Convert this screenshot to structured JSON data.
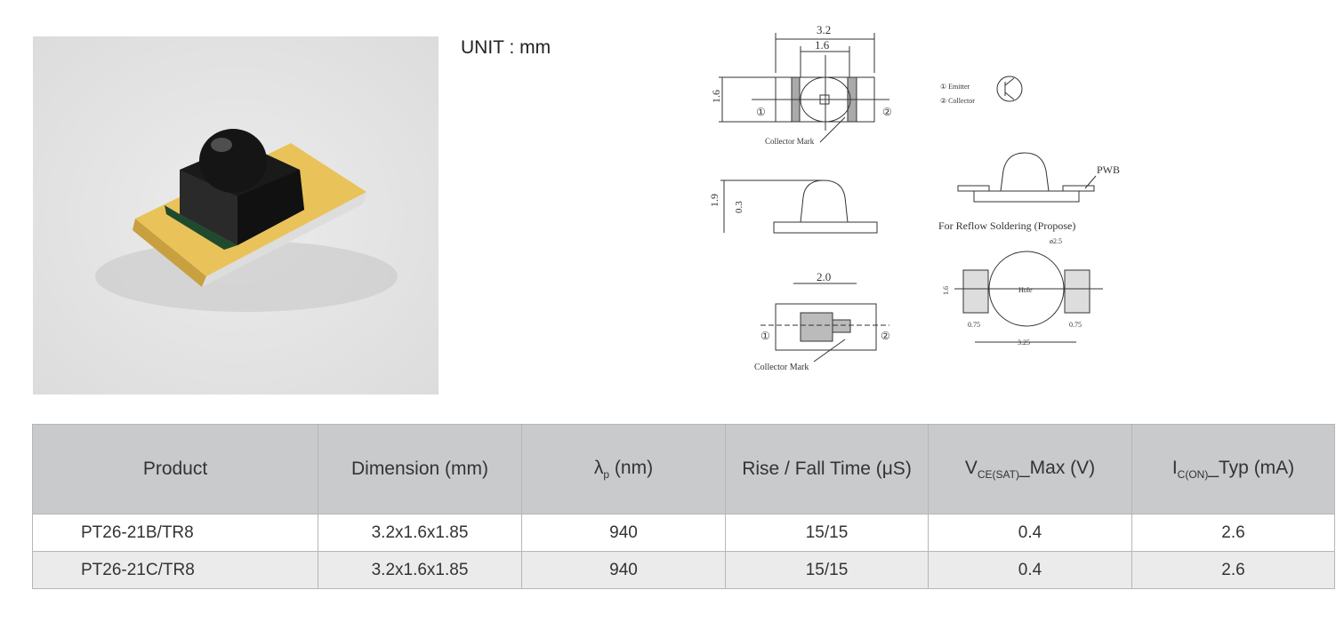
{
  "unit_label": "UNIT : mm",
  "drawing": {
    "top_width": "3.2",
    "top_inner": "1.6",
    "top_height": "1.6",
    "collector_mark": "Collector Mark",
    "pin1": "①",
    "pin2": "②",
    "emitter": "① Emitter",
    "collector": "② Collector",
    "side_height": "1.9",
    "side_base": "0.3",
    "pwb": "PWB",
    "reflow_caption": "For Reflow Soldering (Propose)",
    "hole_dia": "ø2.5",
    "hole": "Hole",
    "pad_height": "1.6",
    "pad_w1": "0.75",
    "pad_w2": "0.75",
    "pad_span": "3.25",
    "bottom_width": "2.0",
    "collector_mark_2": "Collector Mark"
  },
  "table": {
    "headers": {
      "product": "Product",
      "dimension": "Dimension (mm)",
      "lambda": "λ",
      "lambda_sub": "p",
      "lambda_unit": " (nm)",
      "rise": "Rise / Fall Time (μS)",
      "vce": "V",
      "vce_sub": "CE(SAT)",
      "vce_rest": "_Max (V)",
      "ic": "I",
      "ic_sub": "C(ON)",
      "ic_rest": "_Typ (mA)"
    },
    "rows": [
      {
        "product": "PT26-21B/TR8",
        "dimension": "3.2x1.6x1.85",
        "lambda": "940",
        "rise": "15/15",
        "vce": "0.4",
        "ic": "2.6"
      },
      {
        "product": "PT26-21C/TR8",
        "dimension": "3.2x1.6x1.85",
        "lambda": "940",
        "rise": "15/15",
        "vce": "0.4",
        "ic": "2.6"
      }
    ]
  }
}
